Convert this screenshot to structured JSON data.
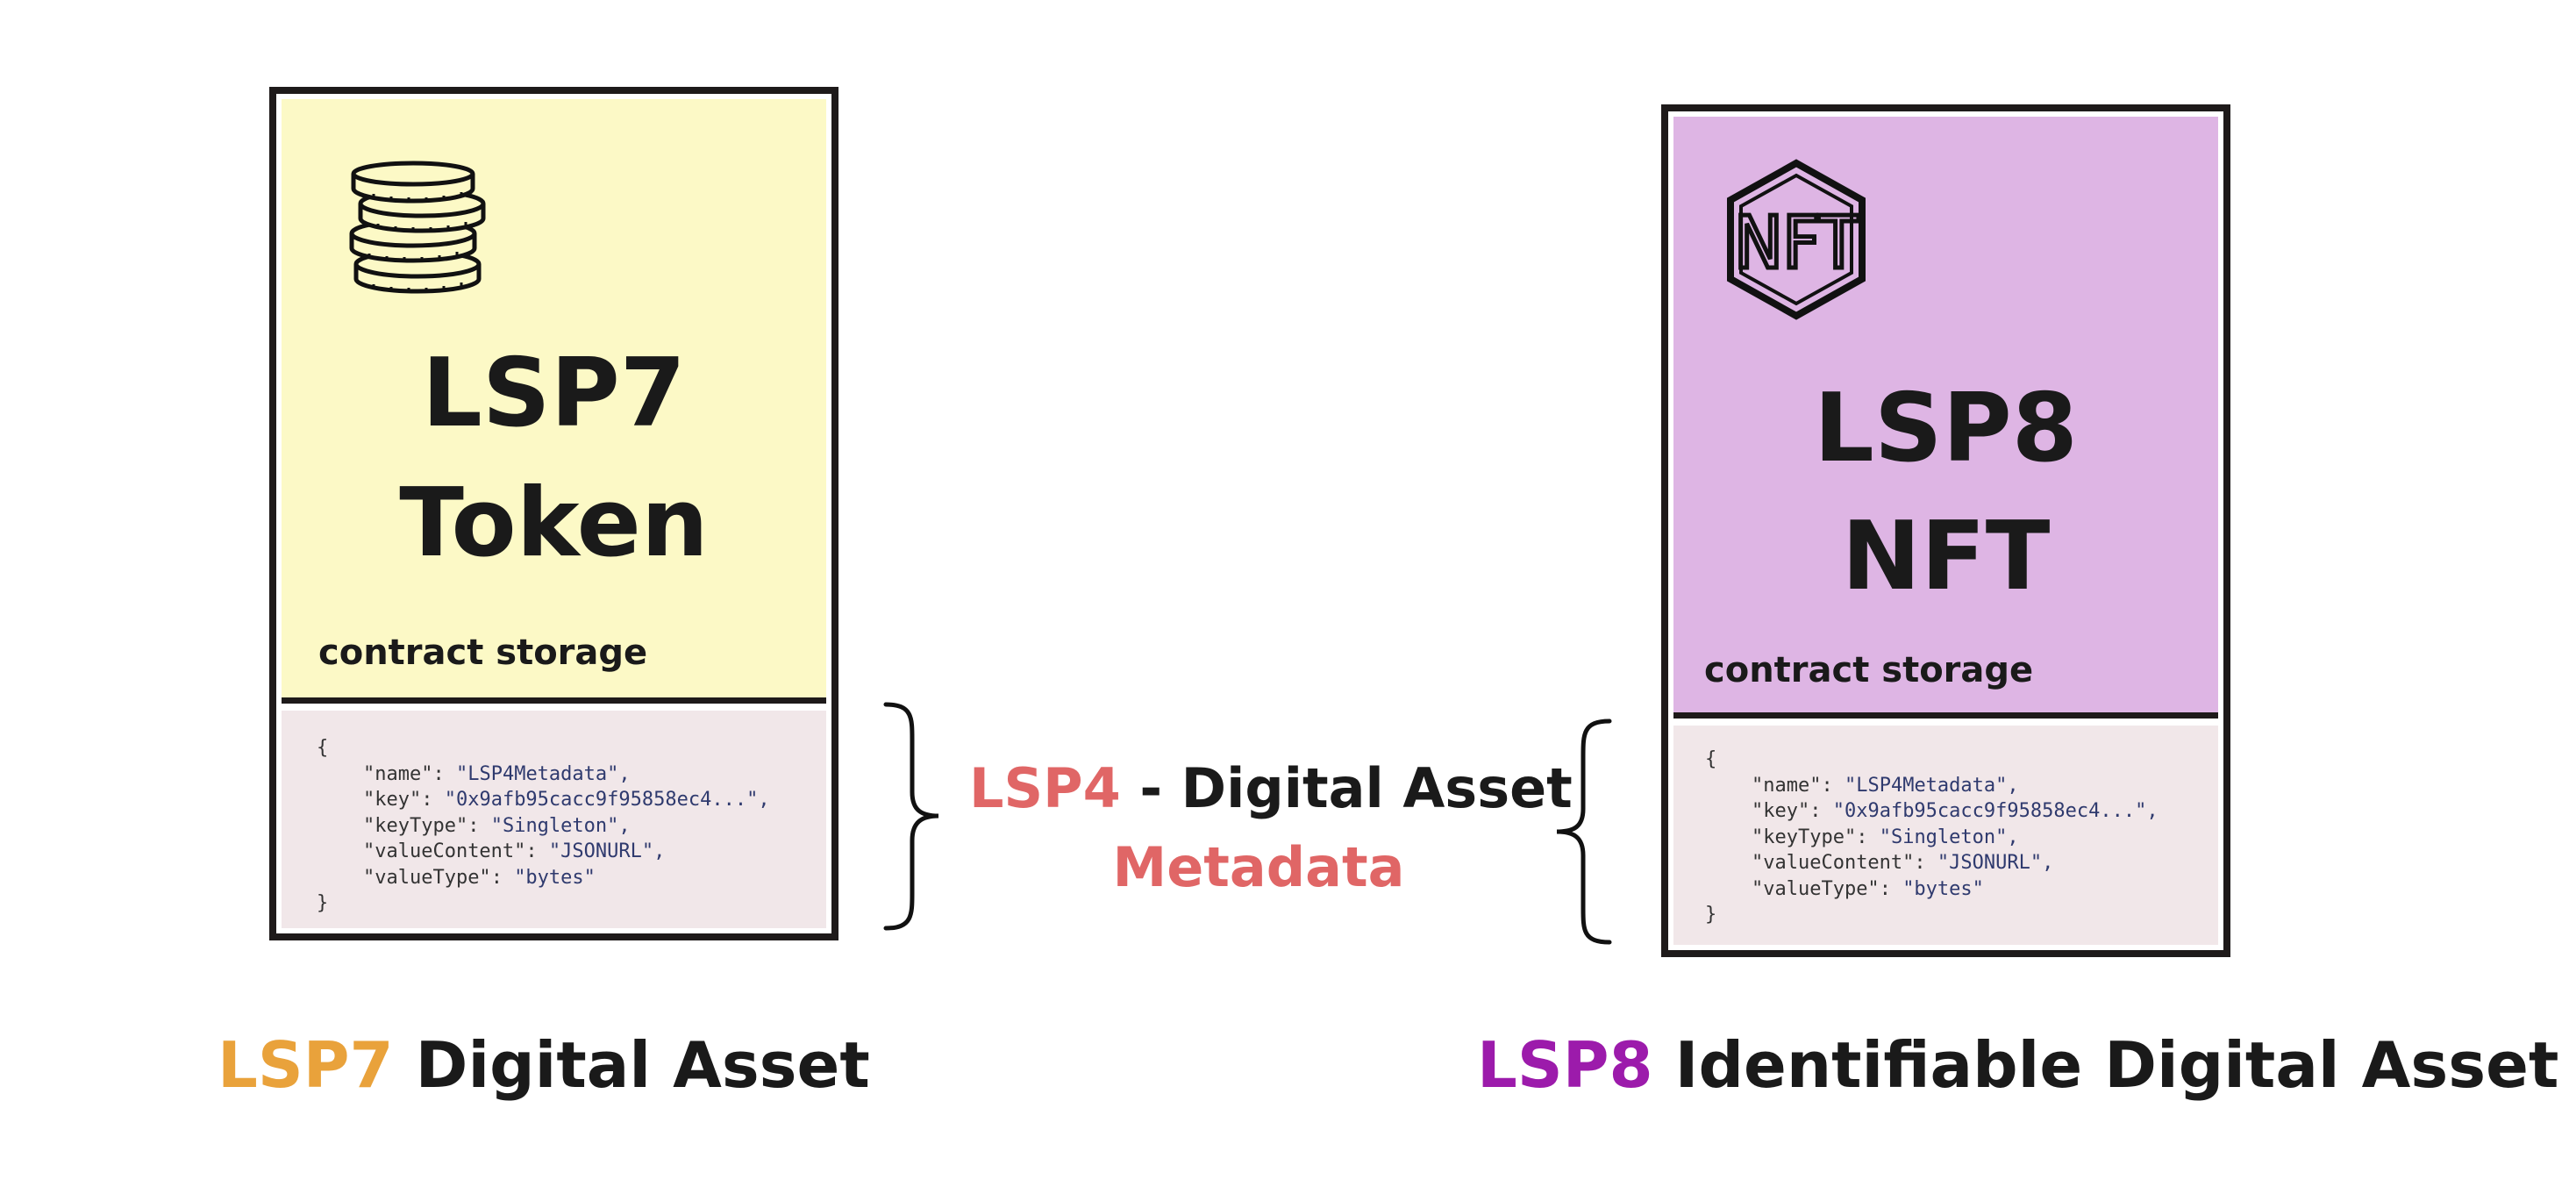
{
  "lsp7_card": {
    "title_line1": "LSP7",
    "title_line2": "Token",
    "storage_label": "contract storage",
    "icon": "coins-stack-icon",
    "fill_color": "#fcf9c6"
  },
  "lsp8_card": {
    "title_line1": "LSP8",
    "title_line2": "NFT",
    "storage_label": "contract storage",
    "icon": "nft-hexagon-icon",
    "fill_color": "#deb5e4"
  },
  "json": {
    "open": "{",
    "close": "}",
    "fields": [
      {
        "key": "\"name\"",
        "value": "\"LSP4Metadata\","
      },
      {
        "key": "\"key\"",
        "value": "\"0x9afb95cacc9f95858ec4...\","
      },
      {
        "key": "\"keyType\"",
        "value": "\"Singleton\","
      },
      {
        "key": "\"valueContent\"",
        "value": "\"JSONURL\","
      },
      {
        "key": "\"valueType\"",
        "value": "\"bytes\""
      }
    ]
  },
  "icons": {
    "nft_text": "NFT"
  },
  "center": {
    "prefix": "LSP4",
    "rest": " - Digital Asset",
    "line2": "Metadata",
    "accent_color": "#e06666"
  },
  "captions": {
    "left_prefix": "LSP7",
    "left_rest": " Digital Asset",
    "left_color": "#e9a23b",
    "right_prefix": "LSP8",
    "right_rest": " Identifiable Digital Asset",
    "right_color": "#9c1bab"
  }
}
